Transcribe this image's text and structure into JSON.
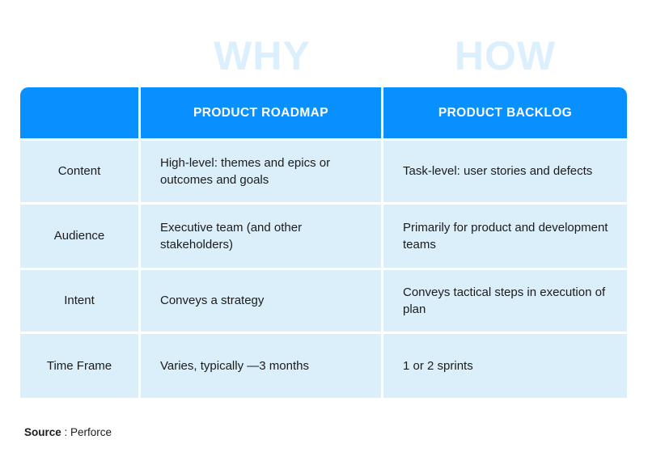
{
  "watermarks": {
    "why": "WHY",
    "how": "HOW",
    "color": "#DCEFFC"
  },
  "colors": {
    "header_blue": "#0890FF",
    "cell_blue": "#DBEFFB",
    "grid_white": "#FFFFFF",
    "text_dark": "#1B1B1B"
  },
  "table": {
    "headers": {
      "corner": "",
      "col2": "PRODUCT ROADMAP",
      "col3": "PRODUCT BACKLOG"
    },
    "rows": [
      {
        "label": "Content",
        "roadmap": "High-level: themes and epics or outcomes and goals",
        "backlog": "Task-level: user stories and defects"
      },
      {
        "label": "Audience",
        "roadmap": "Executive team (and other stakeholders)",
        "backlog": "Primarily for product and development teams"
      },
      {
        "label": "Intent",
        "roadmap": "Conveys a strategy",
        "backlog": "Conveys tactical steps in execution of plan"
      },
      {
        "label": "Time Frame",
        "roadmap": "Varies, typically —3 months",
        "backlog": "1 or 2 sprints"
      }
    ]
  },
  "footer": {
    "source_label": "Source",
    "source_value": " : Perforce"
  }
}
